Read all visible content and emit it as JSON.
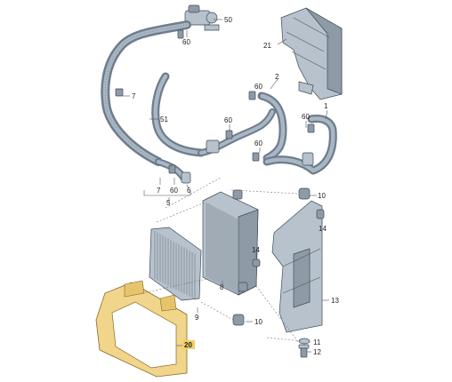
{
  "callouts": {
    "n50": "50",
    "n60a": "60",
    "n21": "21",
    "n7a": "7",
    "n51": "51",
    "n2": "2",
    "n60b": "60",
    "n60c": "60",
    "n1": "1",
    "n60d": "60",
    "n60e": "60",
    "n7b": "7",
    "n60f": "60",
    "n6": "6",
    "n5": "5",
    "n10a": "10",
    "n14a": "14",
    "n14b": "14",
    "n8": "8",
    "n13": "13",
    "n9": "9",
    "n10b": "10",
    "n20": "20",
    "n11": "11",
    "n12": "12"
  },
  "colors": {
    "part_fill": "#b7c2cd",
    "part_edge": "#3e4a56",
    "highlight_fill": "#f0d58a",
    "highlight_label_bg": "#f3cf62",
    "background": "#ffffff"
  }
}
